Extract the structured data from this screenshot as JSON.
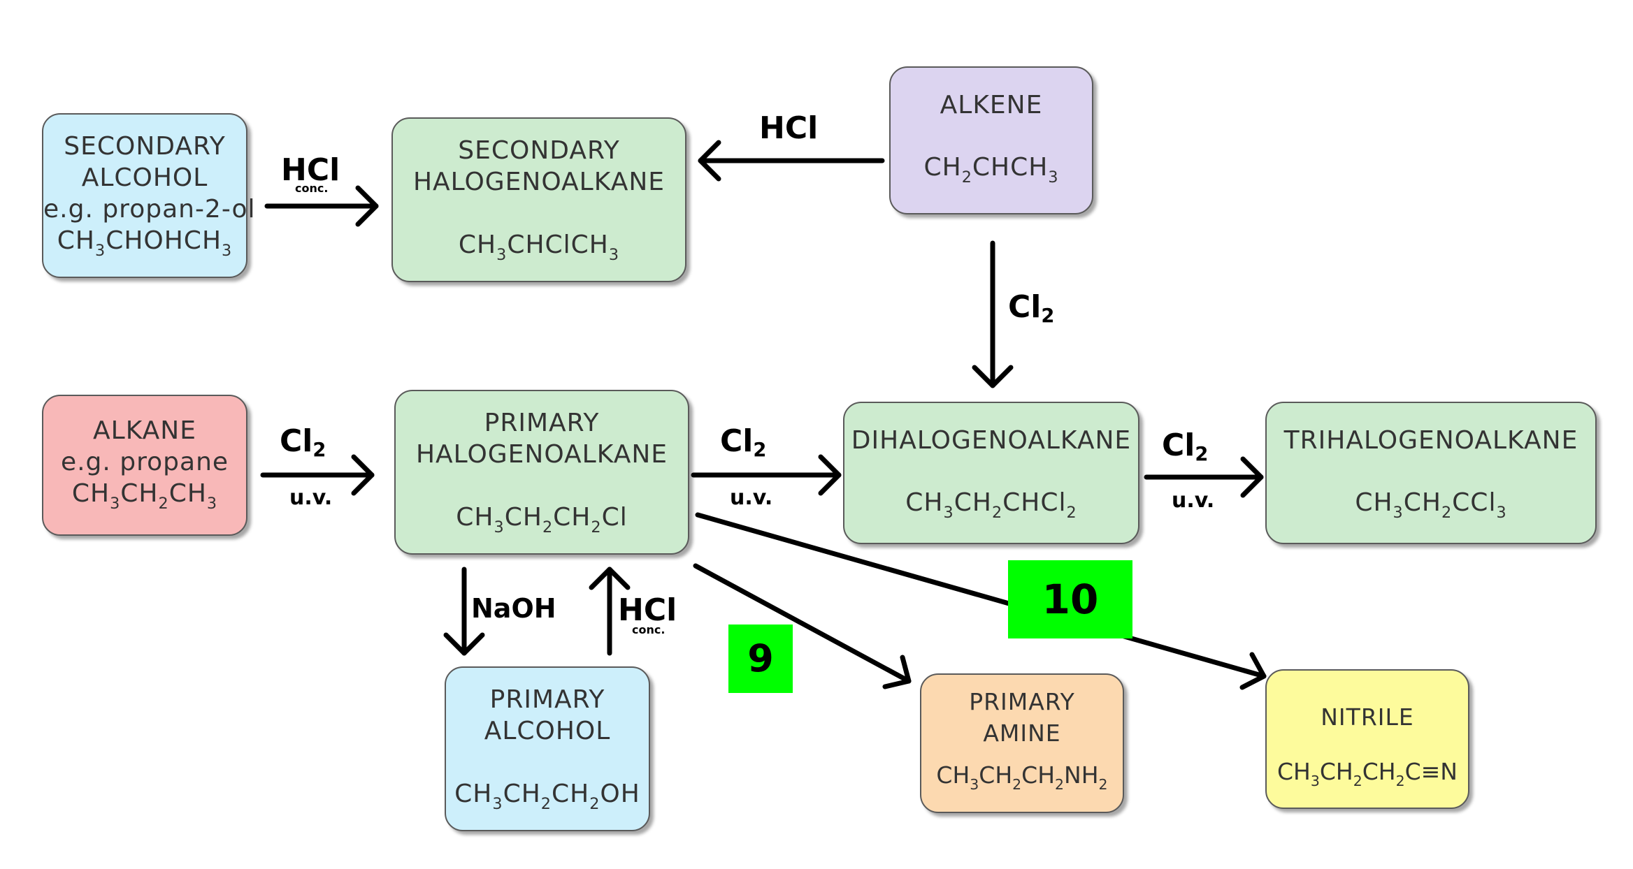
{
  "colors": {
    "blue": "#cdeffb",
    "green": "#cdebcf",
    "purple": "#dcd4f0",
    "red": "#f8b8b8",
    "orange": "#fcd9b0",
    "yellow": "#fdfb9c",
    "badge": "#00ff00"
  },
  "boxes": {
    "secondary_alcohol": {
      "line1": "SECONDARY",
      "line2": "ALCOHOL",
      "line3": "e.g. propan-2-ol",
      "formula": [
        "CH",
        "3",
        "CHOHCH",
        "3"
      ]
    },
    "secondary_halogenoalkane": {
      "line1": "SECONDARY",
      "line2": "HALOGENOALKANE",
      "formula": [
        "CH",
        "3",
        "CHClCH",
        "3"
      ]
    },
    "alkene": {
      "line1": "ALKENE",
      "formula": [
        "CH",
        "2",
        "CHCH",
        "3"
      ]
    },
    "alkane": {
      "line1": "ALKANE",
      "line2": "e.g. propane",
      "formula": [
        "CH",
        "3",
        "CH",
        "2",
        "CH",
        "3"
      ]
    },
    "primary_halogenoalkane": {
      "line1": "PRIMARY",
      "line2": "HALOGENOALKANE",
      "formula": [
        "CH",
        "3",
        "CH",
        "2",
        "CH",
        "2",
        "Cl"
      ]
    },
    "dihalogenoalkane": {
      "line1": "DIHALOGENOALKANE",
      "formula": [
        "CH",
        "3",
        "CH",
        "2",
        "CHCl",
        "2"
      ]
    },
    "trihalogenoalkane": {
      "line1": "TRIHALOGENOALKANE",
      "formula": [
        "CH",
        "3",
        "CH",
        "2",
        "CCl",
        "3"
      ]
    },
    "primary_alcohol": {
      "line1": "PRIMARY",
      "line2": "ALCOHOL",
      "formula": [
        "CH",
        "3",
        "CH",
        "2",
        "CH",
        "2",
        "OH"
      ]
    },
    "primary_amine": {
      "line1": "PRIMARY",
      "line2": "AMINE",
      "formula": [
        "CH",
        "3",
        "CH",
        "2",
        "CH",
        "2",
        "NH",
        "2"
      ]
    },
    "nitrile": {
      "line1": "NITRILE",
      "formula": [
        "CH",
        "3",
        "CH",
        "2",
        "CH",
        "2",
        "C≡N"
      ]
    }
  },
  "reagents": {
    "hcl_conc_top": {
      "main": "HCl",
      "note": "conc."
    },
    "hcl_alkene": {
      "main": "HCl"
    },
    "cl2_alkene": {
      "main": "Cl",
      "sub": "2"
    },
    "cl2_alkane": {
      "main": "Cl",
      "sub": "2",
      "condition": "u.v."
    },
    "cl2_primary": {
      "main": "Cl",
      "sub": "2",
      "condition": "u.v."
    },
    "cl2_di": {
      "main": "Cl",
      "sub": "2",
      "condition": "u.v."
    },
    "naoh": {
      "main": "NaOH"
    },
    "hcl_conc_bottom": {
      "main": "HCl",
      "note": "conc."
    }
  },
  "badges": {
    "badge_9": "9",
    "badge_10": "10"
  }
}
